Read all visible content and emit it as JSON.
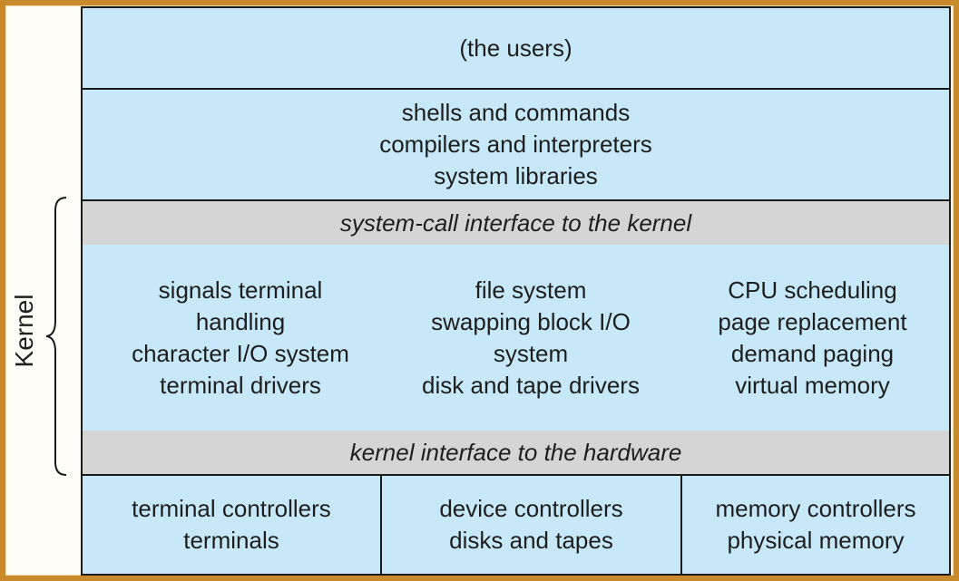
{
  "side_label": "Kernel",
  "layers": {
    "users": "(the users)",
    "shells": [
      "shells and commands",
      "compilers and interpreters",
      "system libraries"
    ],
    "syscall_interface": "system-call interface to the kernel",
    "kernel_columns": [
      [
        "signals terminal",
        "handling",
        "character I/O system",
        "terminal drivers"
      ],
      [
        "file system",
        "swapping block I/O",
        "system",
        "disk and tape drivers"
      ],
      [
        "CPU scheduling",
        "page replacement",
        "demand paging",
        "virtual memory"
      ]
    ],
    "hardware_interface": "kernel interface to the hardware",
    "controllers": [
      [
        "terminal controllers",
        "terminals"
      ],
      [
        "device controllers",
        "disks and tapes"
      ],
      [
        "memory controllers",
        "physical memory"
      ]
    ]
  },
  "colors": {
    "layer_fill": "#c7e8f8",
    "interface_fill": "#d5d5d5",
    "frame": "#c98a2b",
    "line": "#1a1a1a"
  }
}
